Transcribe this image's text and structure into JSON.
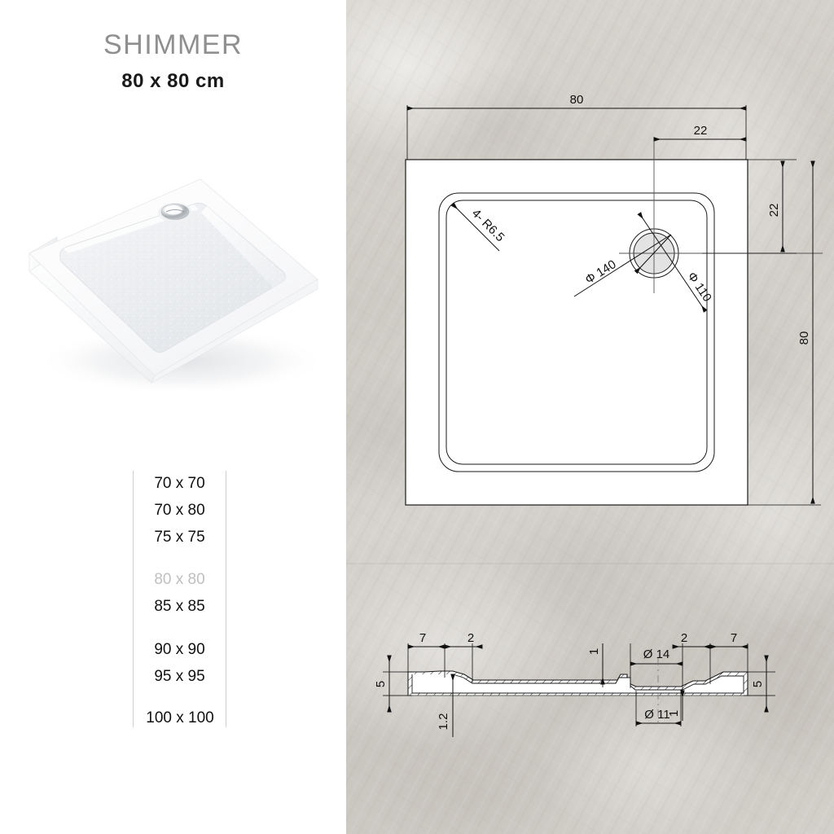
{
  "product": {
    "name": "SHIMMER",
    "size_label": "80 x 80 cm"
  },
  "photo": {
    "alt_name": "shower-tray-photo",
    "drain_icon": "chrome-drain-cover"
  },
  "size_list": {
    "selected": "80 x 80",
    "items": [
      "70 x 70",
      "70 x 80",
      "75 x 75",
      "80 x 80",
      "85 x 85",
      "90 x 90",
      "95 x 95",
      "100 x 100"
    ]
  },
  "plan_view": {
    "dim_top_overall": "80",
    "dim_top_drain_offset": "22",
    "dim_right_drain_offset": "22",
    "dim_right_overall": "80",
    "corner_radius": "4- R6.5",
    "drain_outer_diameter": "Φ 140",
    "drain_inner_diameter": "Φ 110"
  },
  "section_view": {
    "dim_left_flange": "7",
    "dim_left_step": "2",
    "dim_left_height": "5",
    "dim_left_thickness": "1.2",
    "dim_center_step_left": "1",
    "dim_center_step_right": "1",
    "dim_drain_top": "Ø 14",
    "dim_drain_bottom": "Ø 11",
    "dim_right_step": "2",
    "dim_right_flange": "7",
    "dim_right_height": "5"
  },
  "colors": {
    "title_gray": "#8f8f8f",
    "text_black": "#111111",
    "selected_gray": "#bfbfbf",
    "rule_gray": "#cfcfcf",
    "line_black": "#1a1a1a",
    "background_texture": "#d4d1cc",
    "panel_white": "#ffffff"
  }
}
